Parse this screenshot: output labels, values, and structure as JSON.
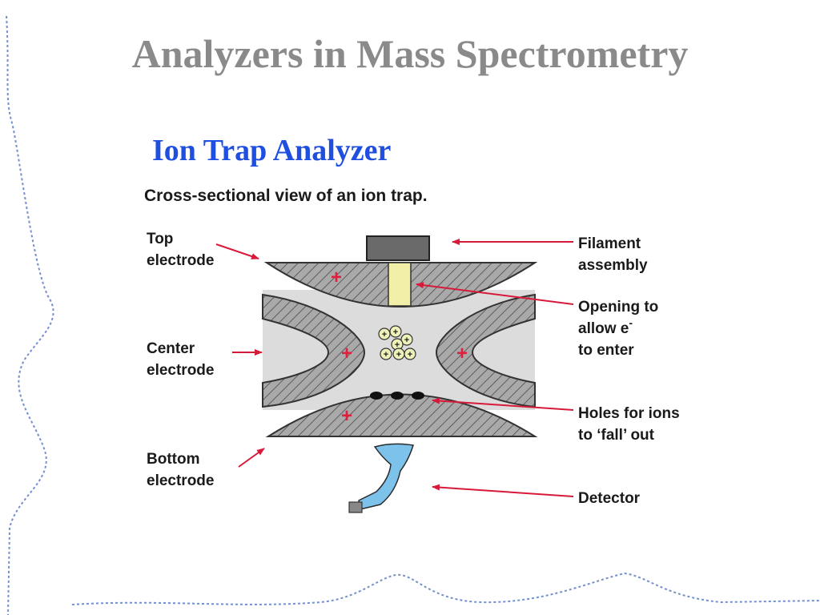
{
  "slide": {
    "title": "Analyzers in Mass Spectrometry",
    "subtitle": "Ion Trap Analyzer",
    "subtitle_color": "#1f4fe0"
  },
  "diagram": {
    "caption": "Cross-sectional view of an ion trap.",
    "labels": {
      "top_electrode": [
        "Top",
        "electrode"
      ],
      "center_electrode": [
        "Center",
        "electrode"
      ],
      "bottom_electrode": [
        "Bottom",
        "electrode"
      ],
      "filament_assembly": [
        "Filament",
        "assembly"
      ],
      "opening": [
        "Opening to",
        "allow e",
        "to enter"
      ],
      "opening_superscript": "-",
      "holes": [
        "Holes for ions",
        "to ‘fall’ out"
      ],
      "detector": [
        "Detector"
      ]
    },
    "symbols": {
      "positive": "+"
    },
    "colors": {
      "arrow": "#d81a3a",
      "electrode_fill": "#a9a9a9",
      "chamber": "#dcdcdc",
      "opening": "#f2f0a8",
      "detector": "#7cc2ea",
      "plus": "#e0203c"
    }
  }
}
